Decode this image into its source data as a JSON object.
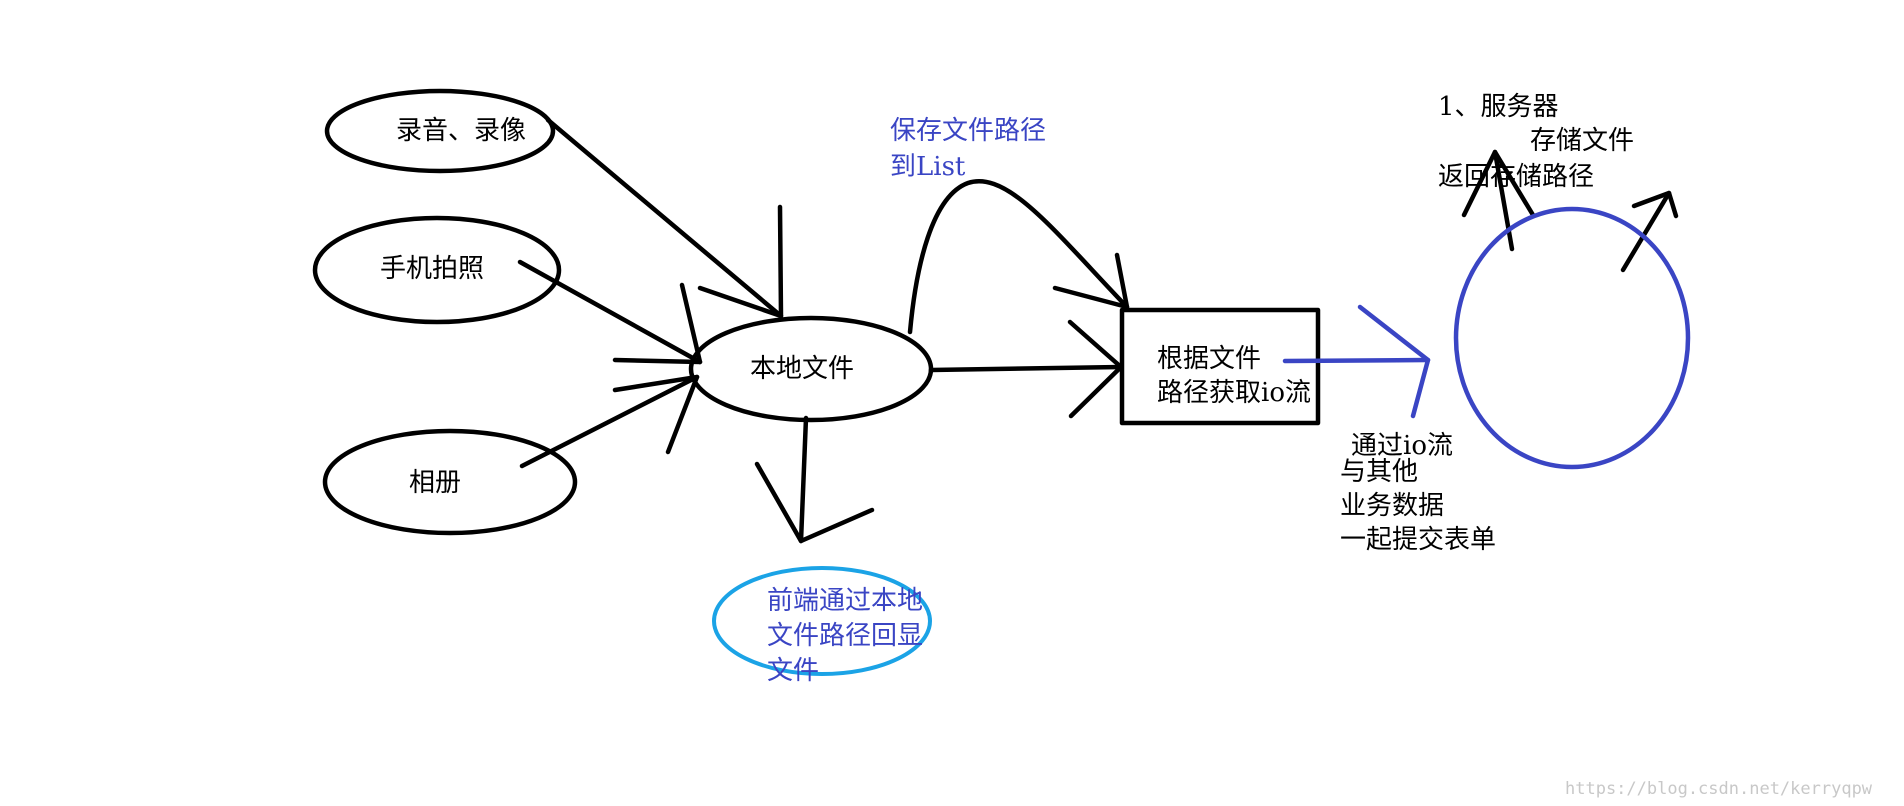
{
  "nodes": {
    "recording": "录音、录像",
    "camera": "手机拍照",
    "album": "相册",
    "local_file": "本地文件",
    "io_box": [
      "根据文件",
      "路径获取io流"
    ],
    "frontend_circle": [
      "前端通过本地",
      "文件路径回显",
      "文件"
    ],
    "server_circle": ""
  },
  "annotations": {
    "save_path": [
      "保存文件路径",
      "到List"
    ],
    "submit_form": [
      "通过io流",
      "与其他",
      "业务数据",
      "一起提交表单"
    ],
    "server": [
      "1、服务器",
      "存储文件",
      "返回存储路径"
    ]
  },
  "watermark": "https://blog.csdn.net/kerryqpw",
  "colors": {
    "black": "#000000",
    "blue": "#3a45c4",
    "cyan": "#1ba3e6"
  }
}
